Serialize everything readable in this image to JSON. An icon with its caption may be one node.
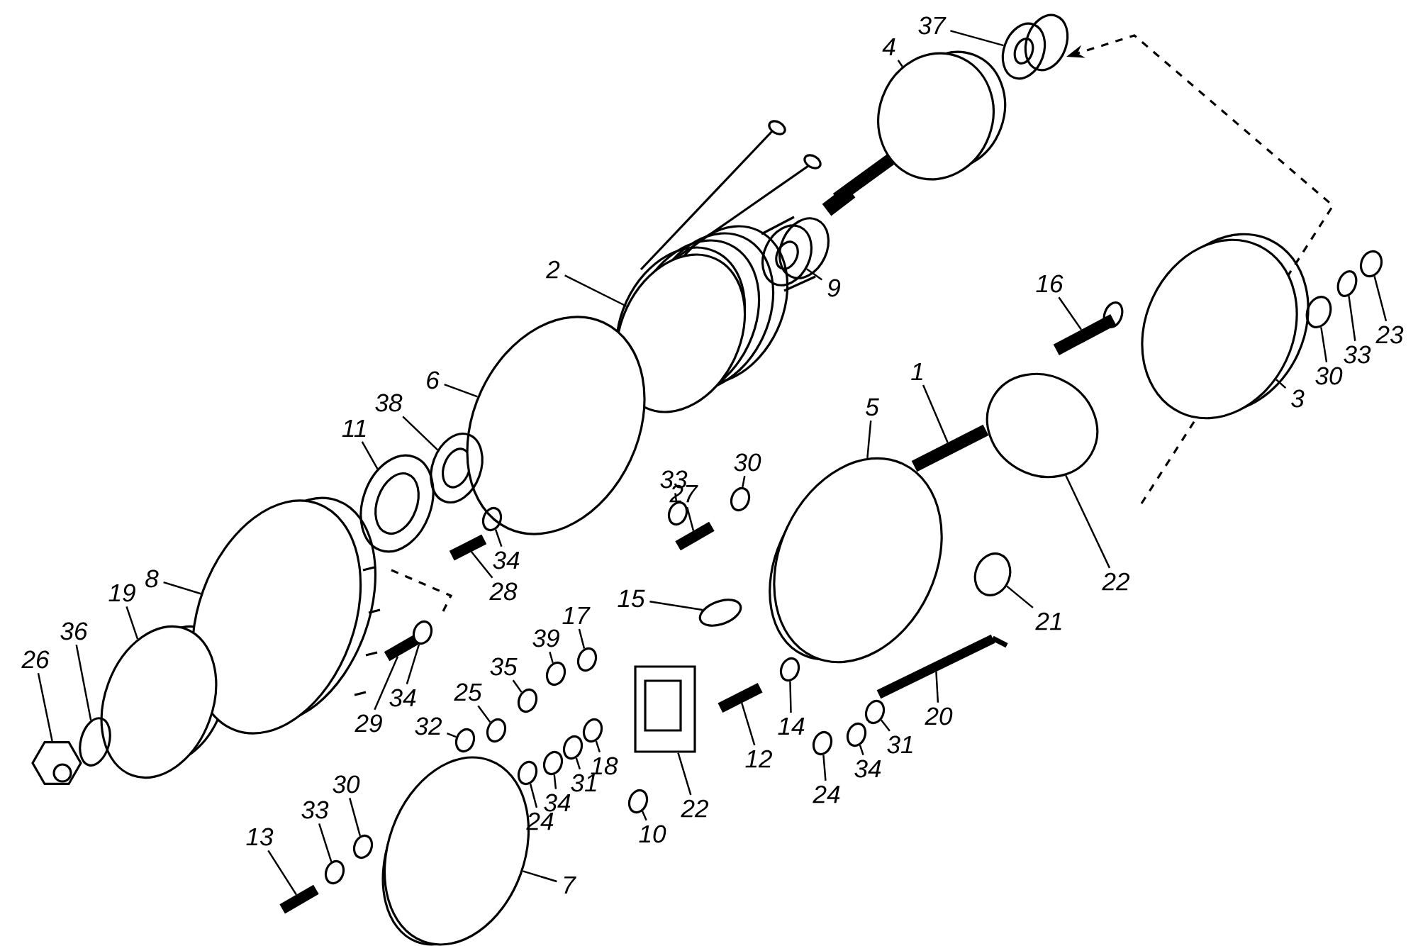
{
  "diagram": {
    "nodes": [
      {
        "text": [
          "37"
        ]
      },
      {
        "text": [
          "4"
        ]
      },
      {
        "text": [
          "2"
        ]
      },
      {
        "text": [
          "9"
        ]
      },
      {
        "text": [
          "16"
        ]
      },
      {
        "text": [
          "23"
        ]
      },
      {
        "text": [
          "33"
        ]
      },
      {
        "text": [
          "30"
        ]
      },
      {
        "text": [
          "3"
        ]
      },
      {
        "text": [
          "6"
        ]
      },
      {
        "text": [
          "1"
        ]
      },
      {
        "text": [
          "38"
        ]
      },
      {
        "text": [
          "11"
        ]
      },
      {
        "text": [
          "5"
        ]
      },
      {
        "text": [
          "33"
        ]
      },
      {
        "text": [
          "30"
        ]
      },
      {
        "text": [
          "27"
        ]
      },
      {
        "text": [
          "34"
        ]
      },
      {
        "text": [
          "28"
        ]
      },
      {
        "text": [
          "22"
        ]
      },
      {
        "text": [
          "8"
        ]
      },
      {
        "text": [
          "19"
        ]
      },
      {
        "text": [
          "15"
        ]
      },
      {
        "text": [
          "21"
        ]
      },
      {
        "text": [
          "36"
        ]
      },
      {
        "text": [
          "17"
        ]
      },
      {
        "text": [
          "39"
        ]
      },
      {
        "text": [
          "26"
        ]
      },
      {
        "text": [
          "35"
        ]
      },
      {
        "text": [
          "34"
        ]
      },
      {
        "text": [
          "25"
        ]
      },
      {
        "text": [
          "20"
        ]
      },
      {
        "text": [
          "29"
        ]
      },
      {
        "text": [
          "32"
        ]
      },
      {
        "text": [
          "14"
        ]
      },
      {
        "text": [
          "31"
        ]
      },
      {
        "text": [
          "12"
        ]
      },
      {
        "text": [
          "18"
        ]
      },
      {
        "text": [
          "31"
        ]
      },
      {
        "text": [
          "34"
        ]
      },
      {
        "text": [
          "22"
        ]
      },
      {
        "text": [
          "34"
        ]
      },
      {
        "text": [
          "30"
        ]
      },
      {
        "text": [
          "24"
        ]
      },
      {
        "text": [
          "24"
        ]
      },
      {
        "text": [
          "33"
        ]
      },
      {
        "text": [
          "10"
        ]
      },
      {
        "text": [
          "13"
        ]
      },
      {
        "text": [
          "7"
        ]
      },
      {
        "text": [],
        "shape": "circle"
      },
      {
        "text": [],
        "shape": "circle"
      },
      {
        "text": [],
        "shape": "circle"
      },
      {
        "text": [],
        "shape": "cylinder"
      },
      {
        "text": [],
        "shape": "bar"
      },
      {
        "text": [],
        "shape": "circle"
      },
      {
        "text": [],
        "shape": "circle"
      },
      {
        "text": [],
        "shape": "circle"
      },
      {
        "text": [],
        "shape": "circle"
      },
      {
        "text": [],
        "shape": "circle"
      },
      {
        "text": [],
        "shape": "bar"
      },
      {
        "text": [],
        "shape": "circle"
      },
      {
        "text": [],
        "shape": "circle"
      },
      {
        "text": [],
        "shape": "circle"
      },
      {
        "text": [],
        "shape": "circle"
      },
      {
        "text": [],
        "shape": "circle"
      },
      {
        "text": [],
        "shape": "bar"
      },
      {
        "text": [],
        "shape": "circle"
      },
      {
        "text": [],
        "shape": "bar"
      },
      {
        "text": [],
        "shape": "circle"
      },
      {
        "text": [],
        "shape": "circle"
      },
      {
        "text": [],
        "shape": "circle"
      },
      {
        "text": [],
        "shape": "circle"
      },
      {
        "text": [],
        "shape": "cylinder"
      },
      {
        "text": [],
        "shape": "circle"
      },
      {
        "text": [],
        "shape": "circle"
      },
      {
        "text": [],
        "shape": "circle"
      },
      {
        "text": [],
        "shape": "hexagon"
      },
      {
        "text": [],
        "shape": "circle"
      },
      {
        "text": [],
        "shape": "circle"
      },
      {
        "text": [],
        "shape": "circle"
      },
      {
        "text": [],
        "shape": "bar"
      },
      {
        "text": [],
        "shape": "bar"
      },
      {
        "text": [],
        "shape": "circle"
      },
      {
        "text": [],
        "shape": "circle"
      },
      {
        "text": [],
        "shape": "circle"
      },
      {
        "text": [],
        "shape": "bar"
      },
      {
        "text": [],
        "shape": "circle"
      },
      {
        "text": [],
        "shape": "circle"
      },
      {
        "text": [],
        "shape": "circle"
      },
      {
        "text": [],
        "shape": "box"
      },
      {
        "text": [],
        "shape": "circle"
      },
      {
        "text": [],
        "shape": "circle"
      },
      {
        "text": [],
        "shape": "circle"
      },
      {
        "text": [],
        "shape": "circle"
      },
      {
        "text": [],
        "shape": "circle"
      },
      {
        "text": [],
        "shape": "circle"
      },
      {
        "text": [],
        "shape": "bar"
      },
      {
        "text": [],
        "shape": "circle"
      }
    ],
    "edges": [
      {
        "from": 0,
        "to": 49,
        "arrow": "none"
      },
      {
        "from": 1,
        "to": 50,
        "arrow": "none"
      },
      {
        "from": 2,
        "to": 51,
        "arrow": "none"
      },
      {
        "from": 3,
        "to": 52,
        "arrow": "none"
      },
      {
        "from": 4,
        "to": 53,
        "arrow": "none"
      },
      {
        "from": 5,
        "to": 54,
        "arrow": "none"
      },
      {
        "from": 6,
        "to": 55,
        "arrow": "none"
      },
      {
        "from": 7,
        "to": 56,
        "arrow": "none"
      },
      {
        "from": 8,
        "to": 57,
        "arrow": "none"
      },
      {
        "from": 9,
        "to": 58,
        "arrow": "none"
      },
      {
        "from": 10,
        "to": 59,
        "arrow": "none"
      },
      {
        "from": 11,
        "to": 60,
        "arrow": "none"
      },
      {
        "from": 12,
        "to": 61,
        "arrow": "none"
      },
      {
        "from": 13,
        "to": 62,
        "arrow": "none"
      },
      {
        "from": 14,
        "to": 63,
        "arrow": "none"
      },
      {
        "from": 15,
        "to": 64,
        "arrow": "none"
      },
      {
        "from": 16,
        "to": 65,
        "arrow": "none"
      },
      {
        "from": 17,
        "to": 66,
        "arrow": "none"
      },
      {
        "from": 18,
        "to": 67,
        "arrow": "none"
      },
      {
        "from": 19,
        "to": 68,
        "arrow": "none"
      },
      {
        "from": 20,
        "to": 69,
        "arrow": "none"
      },
      {
        "from": 21,
        "to": 70,
        "arrow": "none"
      },
      {
        "from": 22,
        "to": 71,
        "arrow": "none"
      },
      {
        "from": 23,
        "to": 72,
        "arrow": "none"
      },
      {
        "from": 24,
        "to": 73,
        "arrow": "none"
      },
      {
        "from": 25,
        "to": 74,
        "arrow": "none"
      },
      {
        "from": 26,
        "to": 75,
        "arrow": "none"
      },
      {
        "from": 27,
        "to": 76,
        "arrow": "none"
      },
      {
        "from": 28,
        "to": 77,
        "arrow": "none"
      },
      {
        "from": 29,
        "to": 78,
        "arrow": "none"
      },
      {
        "from": 30,
        "to": 79,
        "arrow": "none"
      },
      {
        "from": 31,
        "to": 80,
        "arrow": "none"
      },
      {
        "from": 32,
        "to": 81,
        "arrow": "none"
      },
      {
        "from": 33,
        "to": 82,
        "arrow": "none"
      },
      {
        "from": 34,
        "to": 83,
        "arrow": "none"
      },
      {
        "from": 35,
        "to": 84,
        "arrow": "none"
      },
      {
        "from": 36,
        "to": 85,
        "arrow": "none"
      },
      {
        "from": 37,
        "to": 86,
        "arrow": "none"
      },
      {
        "from": 38,
        "to": 87,
        "arrow": "none"
      },
      {
        "from": 39,
        "to": 88,
        "arrow": "none"
      },
      {
        "from": 40,
        "to": 89,
        "arrow": "none"
      },
      {
        "from": 41,
        "to": 90,
        "arrow": "none"
      },
      {
        "from": 42,
        "to": 91,
        "arrow": "none"
      },
      {
        "from": 43,
        "to": 92,
        "arrow": "none"
      },
      {
        "from": 44,
        "to": 93,
        "arrow": "none"
      },
      {
        "from": 45,
        "to": 94,
        "arrow": "none"
      },
      {
        "from": 46,
        "to": 95,
        "arrow": "none"
      },
      {
        "from": 47,
        "to": 96,
        "arrow": "none"
      },
      {
        "from": 48,
        "to": 97,
        "arrow": "none"
      }
    ]
  }
}
